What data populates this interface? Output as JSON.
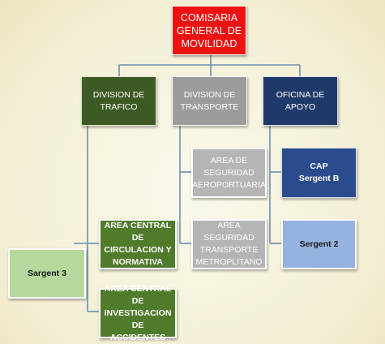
{
  "top_node": {
    "label": "COMISARIA\nGENERAL DE\nMOVILIDAD",
    "color": "#ee1111"
  },
  "divisions": [
    {
      "label": "DIVISION DE\nTRAFICO",
      "color": "#3d5a24"
    },
    {
      "label": "DIVISION DE\nTRANSPORTE",
      "color": "#9c9c9c"
    },
    {
      "label": "OFICINA DE APOYO",
      "color": "#1f3a6a"
    }
  ],
  "trafico_units": [
    {
      "label": "AREA CENTRAL DE\nCIRCULACION Y\nNORMATIVA",
      "color": "#4f7b2a"
    },
    {
      "label": "AREA CENTRAL DE\nINVESTIGACION DE\nACCIDENTES",
      "color": "#4f7b2a"
    }
  ],
  "transporte_units": [
    {
      "label": "AREA DE\nSEGURIDAD\nAEROPORTUARIA",
      "color": "#b5b5b5"
    },
    {
      "label": "AREA SEGURIDAD\nTRANSPORTE\nMETROPLITANO",
      "color": "#b5b5b5"
    }
  ],
  "apoyo_units": [
    {
      "label": "CAP\nSergent B",
      "color": "#2a4c8e"
    },
    {
      "label": "Sergent 2",
      "color": "#96b3df"
    }
  ],
  "side_node": {
    "label": "Sargent 3",
    "color": "#b5d89c"
  },
  "connector_color": "#6d8fb0"
}
